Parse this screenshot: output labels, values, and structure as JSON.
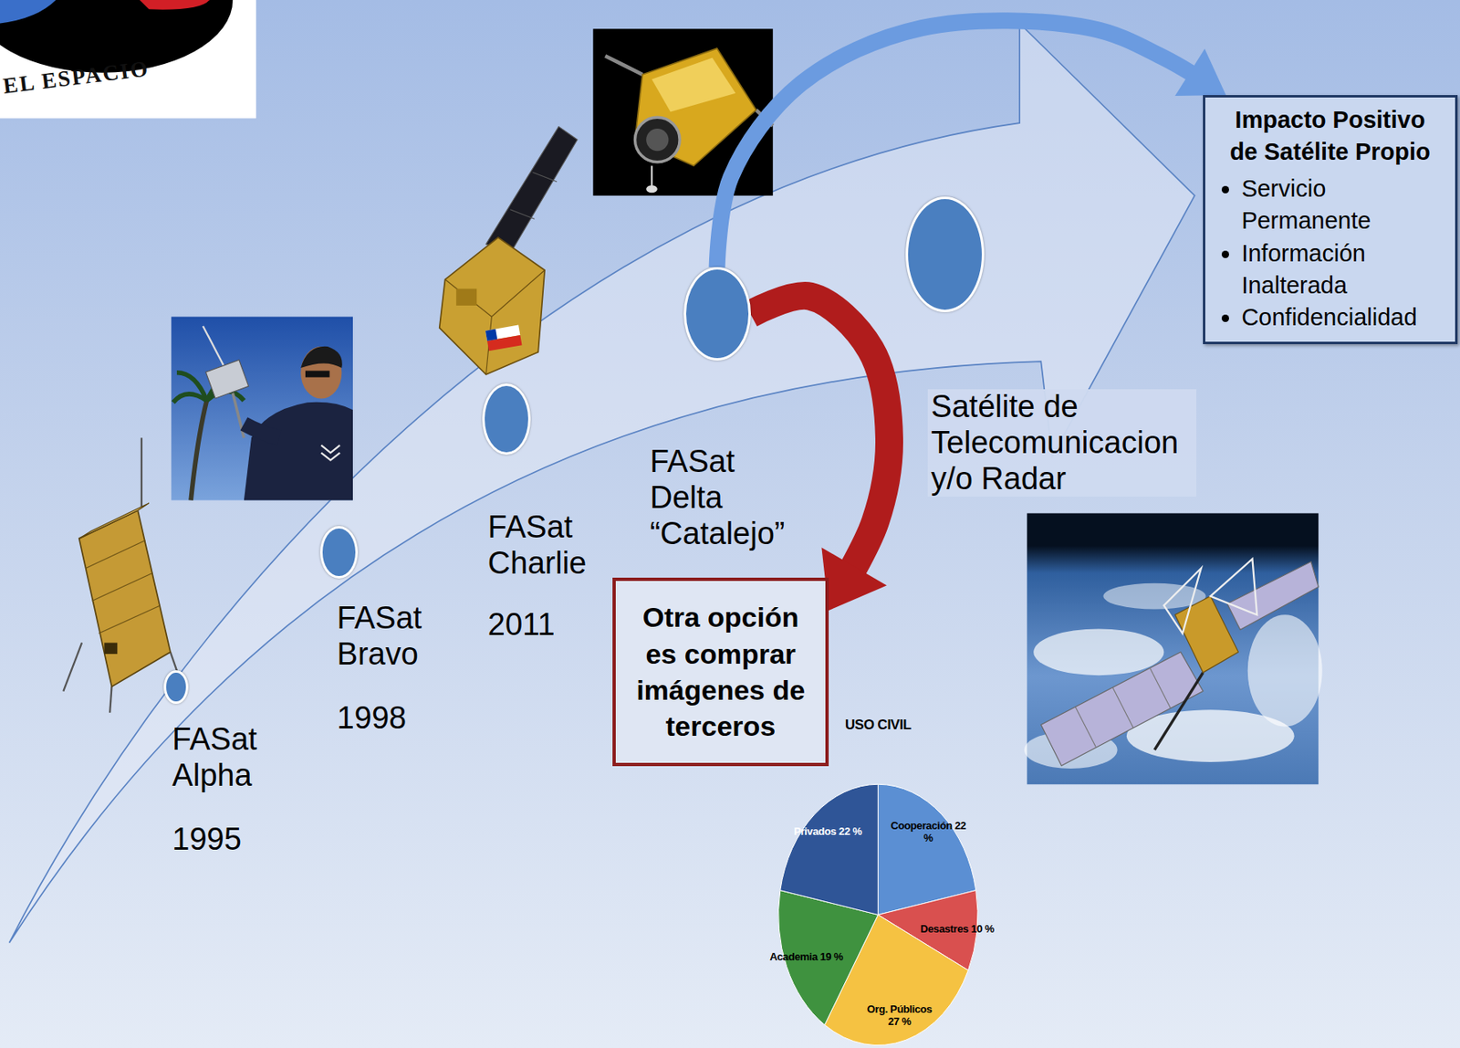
{
  "diagram": {
    "nodes": [
      {
        "text": [
          "FASat Alpha",
          "1995"
        ]
      },
      {
        "text": [
          "FASat Bravo",
          "1998"
        ]
      },
      {
        "text": [
          "FASat Charlie",
          "2011"
        ]
      },
      {
        "text": [
          "FASat Delta “Catalejo”"
        ]
      },
      {
        "text": [
          "Otra opción es comprar imágenes de terceros"
        ]
      },
      {
        "text": [
          "Satélite de Telecomunicacion y/o Radar"
        ]
      },
      {
        "text": [
          "Impacto Positivo de Satélite Propio",
          "Servicio Permanente",
          "Información Inalterada",
          "Confidencialidad"
        ]
      }
    ],
    "edges": [
      {
        "from": 3,
        "to": 6,
        "arrow": "to"
      },
      {
        "from": 3,
        "to": 4,
        "arrow": "to"
      }
    ],
    "labels": [
      "EL ESPACIO",
      "USO CIVIL",
      "Privados 22 %",
      "Cooperación 22 %",
      "Desastres 10 %",
      "Academia 19 %",
      "Org. Públicos 27 %"
    ]
  }
}
